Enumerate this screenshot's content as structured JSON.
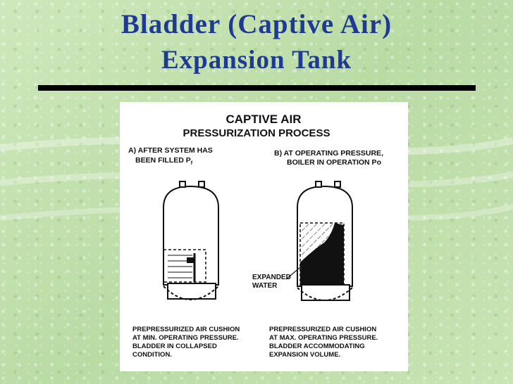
{
  "slide": {
    "title_line1": "Bladder (Captive Air)",
    "title_line2": "Expansion Tank"
  },
  "diagram": {
    "heading_line1": "CAPTIVE AIR",
    "heading_line2": "PRESSURIZATION PROCESS",
    "label_a_line1": "A) AFTER SYSTEM HAS",
    "label_a_line2": "BEEN FILLED P",
    "label_a_subscript": "f",
    "label_b_line1": "B)  AT OPERATING PRESSURE,",
    "label_b_line2": "BOILER IN OPERATION Po",
    "expanded_line1": "EXPANDED",
    "expanded_line2": "WATER",
    "caption_a": [
      "PREPRESSURIZED AIR CUSHION",
      "AT MIN. OPERATING PRESSURE.",
      "BLADDER IN COLLAPSED",
      "CONDITION."
    ],
    "caption_b": [
      "PREPRESSURIZED AIR CUSHION",
      "AT MAX. OPERATING PRESSURE.",
      "BLADDER ACCOMMODATING",
      "EXPANSION VOLUME."
    ]
  },
  "colors": {
    "title": "#1f3a93",
    "background": "#c6e2b0",
    "rule": "#000000"
  }
}
